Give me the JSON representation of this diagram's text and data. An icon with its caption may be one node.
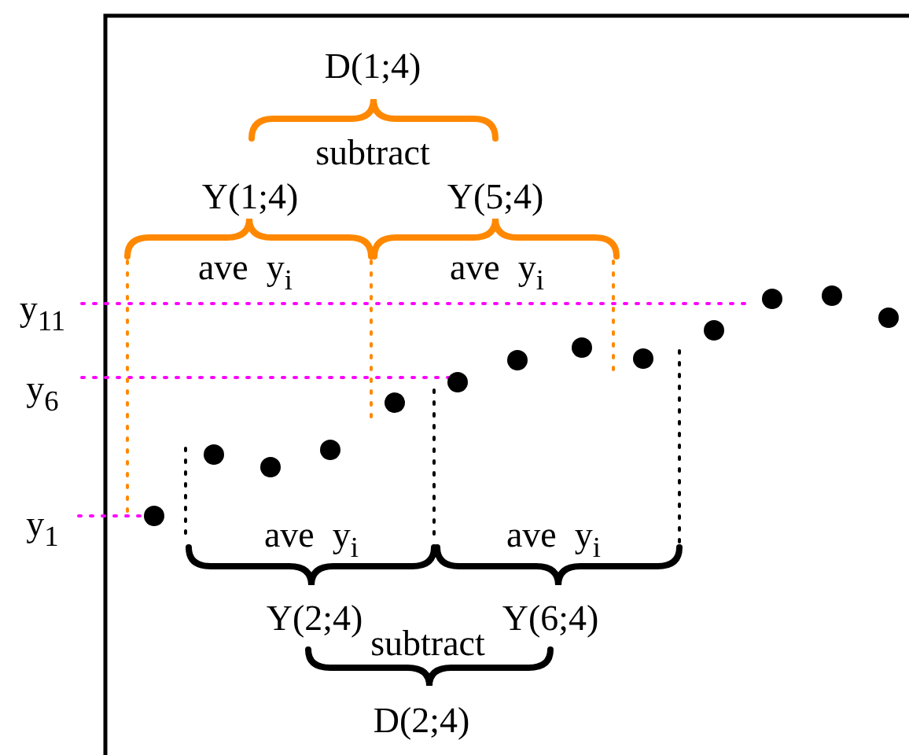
{
  "diagram": {
    "labels": [
      "D(1;4)",
      "subtract",
      "Y(1;4)",
      "Y(5;4)",
      "ave y$_{i}$",
      "ave y$_{i}$",
      "y$_{11}$",
      "y$_{6}$",
      "y$_{1}$",
      "ave y$_{i}$",
      "ave y$_{i}$",
      "Y(2;4)",
      "subtract",
      "Y(6;4)",
      "D(2;4)"
    ]
  }
}
